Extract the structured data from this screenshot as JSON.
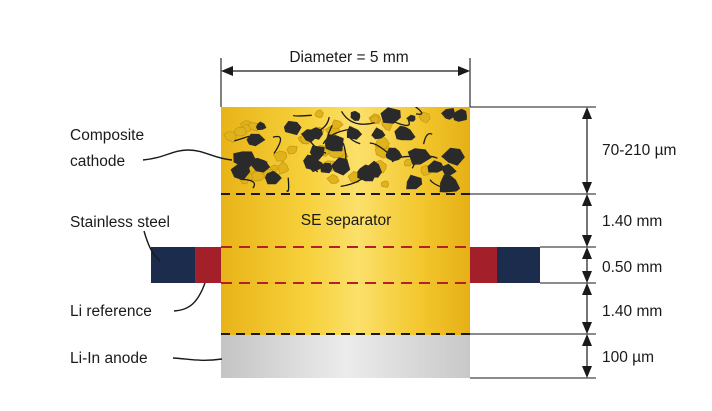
{
  "labels": {
    "diameter": "Diameter = 5 mm",
    "composite_cathode_line1": "Composite",
    "composite_cathode_line2": "cathode",
    "stainless_steel": "Stainless steel",
    "li_reference": "Li reference",
    "li_in_anode": "Li-In anode",
    "se_separator": "SE separator"
  },
  "dimensions": [
    {
      "name": "cathode-thickness",
      "text": "70-210 µm"
    },
    {
      "name": "separator-upper-thickness",
      "text": "1.40 mm"
    },
    {
      "name": "reference-gap",
      "text": "0.50 mm"
    },
    {
      "name": "separator-lower-thickness",
      "text": "1.40 mm"
    },
    {
      "name": "anode-thickness",
      "text": "100 µm"
    }
  ],
  "colors": {
    "separator_gold": "#f2c52a",
    "separator_highlight": "#fbe57a",
    "stainless_steel": "#1c2c4c",
    "li_reference": "#a3202a",
    "anode_silver": "#d9d9d9",
    "dashed_black": "#1a1a1a",
    "dashed_red": "#b3202a",
    "particle_dark": "#2a2a2a",
    "particle_yellow": "#e0b21c"
  }
}
